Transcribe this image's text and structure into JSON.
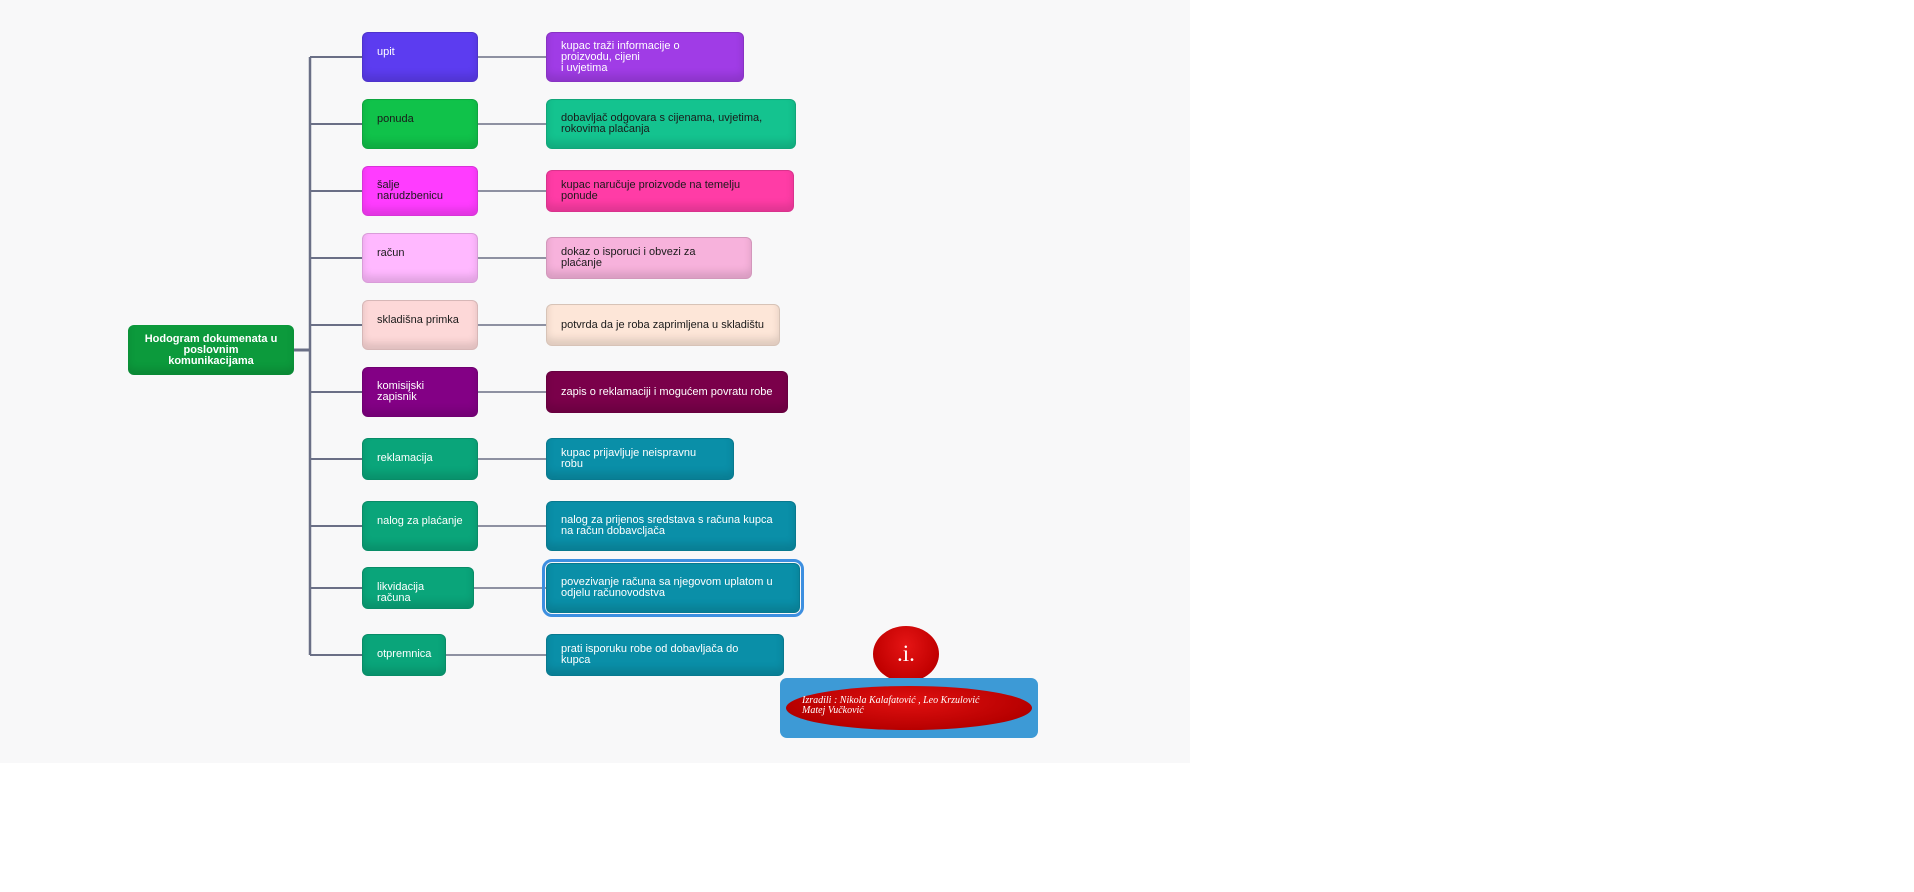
{
  "colors": {
    "connector": "#6a6f86",
    "root_fill": "#0c9a3c"
  },
  "root": {
    "label": "Hodogram dokumenata u\nposlovnim komunikacijama"
  },
  "branches": [
    {
      "label": "upit",
      "detail": "kupac traži informacije o proizvodu, cijeni\ni uvjetima",
      "label_fill": "#5c3cf0",
      "label_text": "#ffffff",
      "detail_fill": "#a03ce6",
      "detail_text": "#ffffff"
    },
    {
      "label": "ponuda",
      "detail": "dobavljač odgovara s cijenama, uvjetima,\nrokovima plaćanja",
      "label_fill": "#10c24a",
      "label_text": "#1a1a1a",
      "detail_fill": "#14c38f",
      "detail_text": "#1a1a1a"
    },
    {
      "label": "šalje\nnarudzbenicu",
      "detail": "kupac naručuje proizvode na temelju ponude",
      "label_fill": "#ff3cff",
      "label_text": "#1a1a1a",
      "detail_fill": "#ff3ca6",
      "detail_text": "#1a1a1a"
    },
    {
      "label": "račun",
      "detail": "dokaz o isporuci i obvezi za plaćanje",
      "label_fill": "#ffb8ff",
      "label_text": "#1a1a1a",
      "detail_fill": "#f7b2dc",
      "detail_text": "#1a1a1a"
    },
    {
      "label": "skladišna primka",
      "detail": "potvrda da je roba zaprimljena u skladištu",
      "label_fill": "#fdd8d8",
      "label_text": "#1a1a1a",
      "detail_fill": "#fde6d8",
      "detail_text": "#1a1a1a"
    },
    {
      "label": "komisijski\nzapisnik",
      "detail": "zapis o reklamaciji i mogućem povratu robe",
      "label_fill": "#830085",
      "label_text": "#ffffff",
      "detail_fill": "#7a004a",
      "detail_text": "#ffffff"
    },
    {
      "label": "reklamacija",
      "detail": "kupac prijavljuje neispravnu robu",
      "label_fill": "#0aa57a",
      "label_text": "#ffffff",
      "detail_fill": "#0a8fa8",
      "detail_text": "#ffffff"
    },
    {
      "label": "nalog za plaćanje",
      "detail": "nalog za prijenos sredstava s računa kupca\nna račun dobavcljača",
      "label_fill": "#0aa57a",
      "label_text": "#ffffff",
      "detail_fill": "#0a8fa8",
      "detail_text": "#ffffff"
    },
    {
      "label": "likvidacija računa",
      "detail": "povezivanje računa sa njegovom uplatom u\nodjelu računovodstva",
      "label_fill": "#0aa57a",
      "label_text": "#ffffff",
      "detail_fill": "#0a8fa8",
      "detail_text": "#ffffff",
      "selected": true
    },
    {
      "label": "otpremnica",
      "detail": "prati isporuku robe od dobavljača do kupca",
      "label_fill": "#0aa57a",
      "label_text": "#ffffff",
      "detail_fill": "#0a8fa8",
      "detail_text": "#ffffff"
    }
  ],
  "info_badge": {
    "label": ".i."
  },
  "credits": {
    "text": "Izradili : Nikola Kalafatović , Leo Krzulović\nMatej Vučković"
  }
}
